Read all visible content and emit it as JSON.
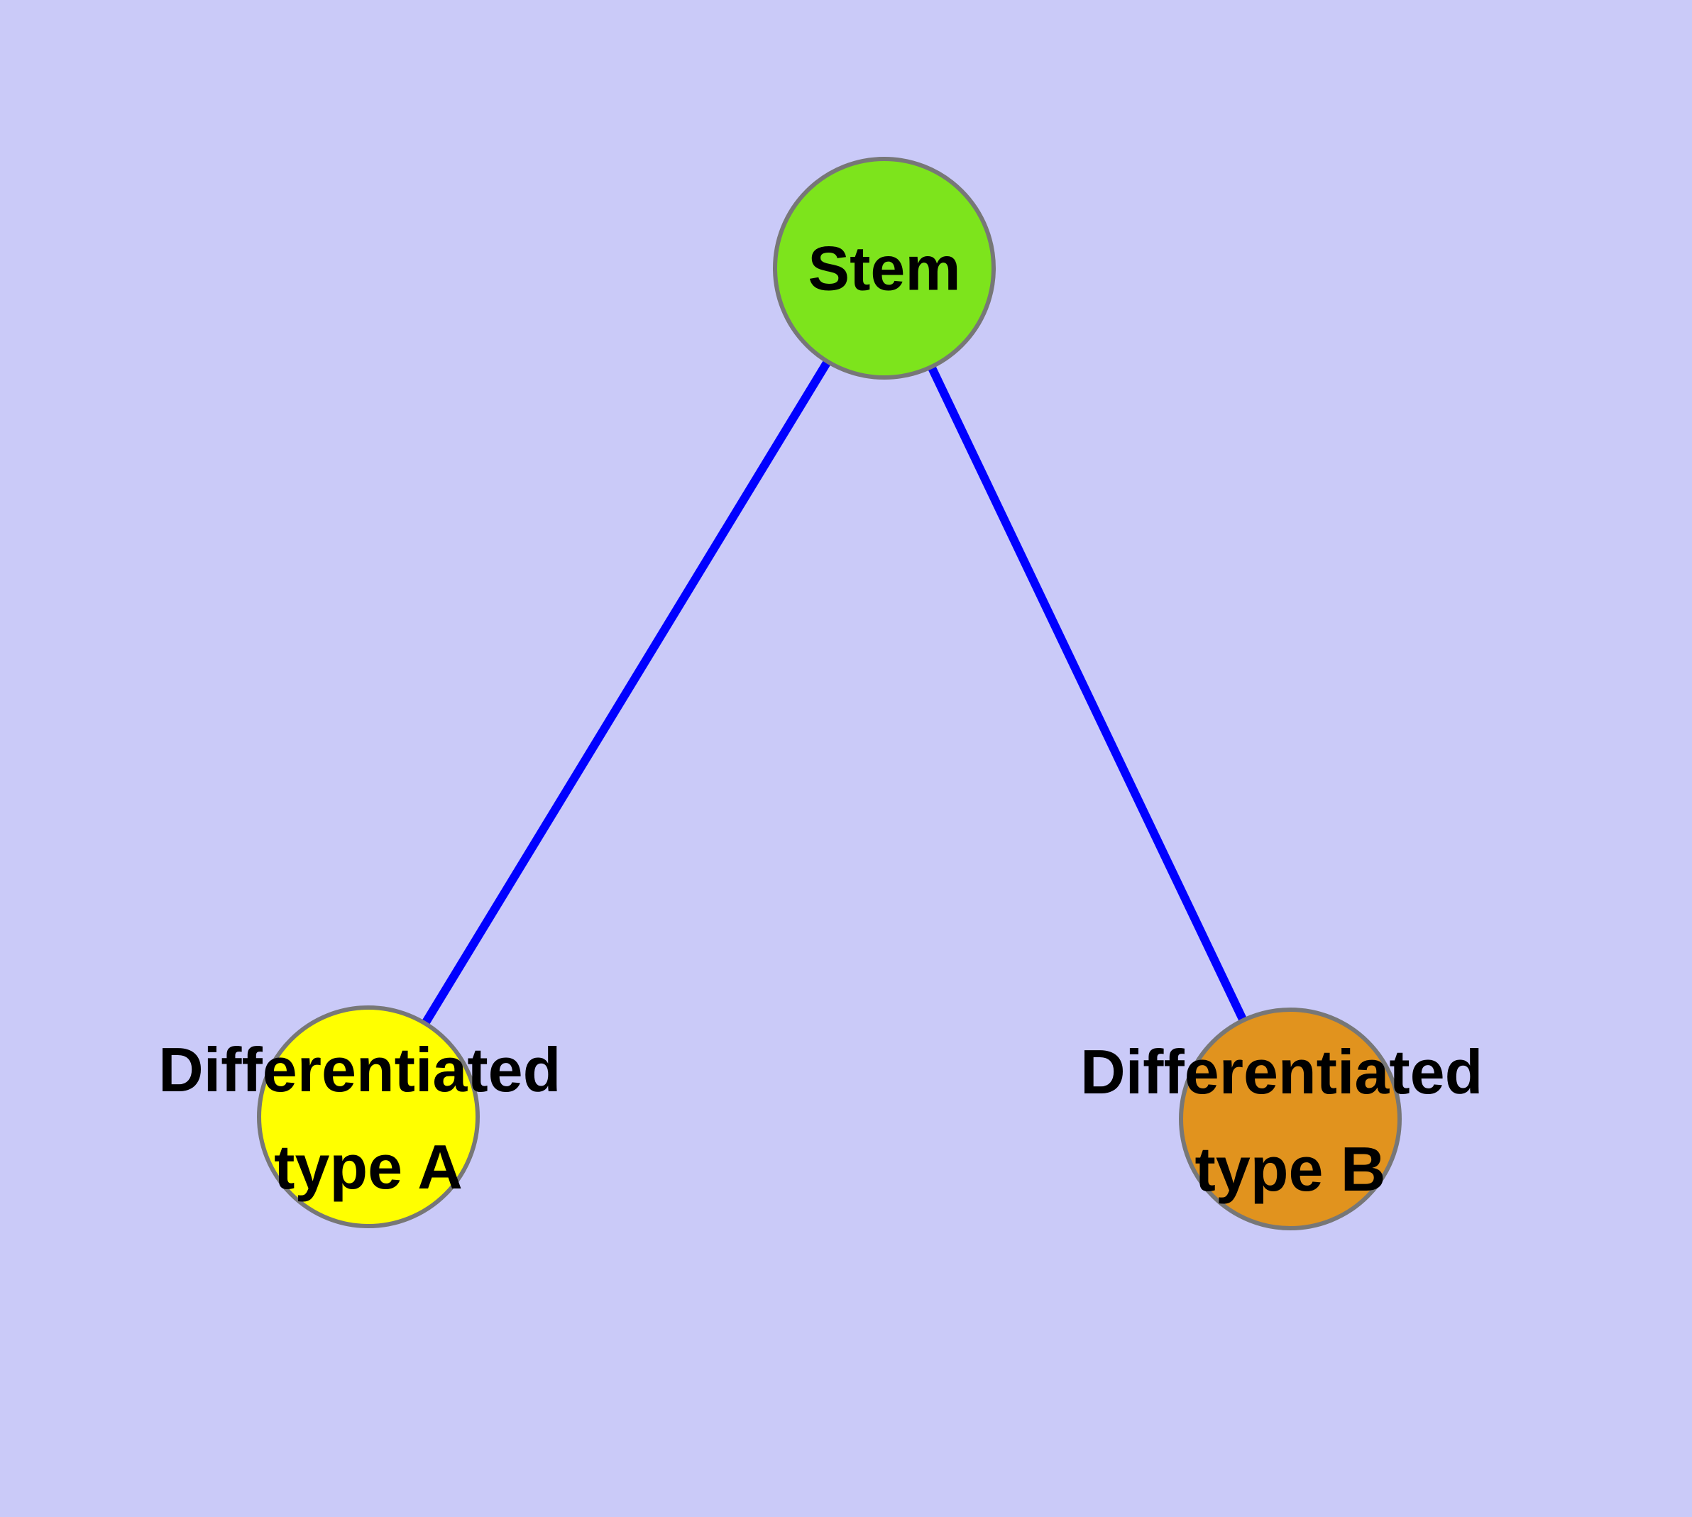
{
  "diagram": {
    "background_color": "#CACAF8",
    "edge_color": "#0000FF",
    "node_border_color": "#777777",
    "label_color": "#000000",
    "nodes": [
      {
        "id": "stem",
        "label": "Stem",
        "fill_color": "#7DE41C"
      },
      {
        "id": "differentiated-type-a",
        "label_line1": "Differentiated",
        "label_line2": "type A",
        "fill_color": "#FFFF00"
      },
      {
        "id": "differentiated-type-b",
        "label_line1": "Differentiated",
        "label_line2": "type B",
        "fill_color": "#E1931E"
      }
    ],
    "edges": [
      {
        "from": "Stem",
        "to": "Differentiated type A"
      },
      {
        "from": "Stem",
        "to": "Differentiated type B"
      }
    ]
  }
}
